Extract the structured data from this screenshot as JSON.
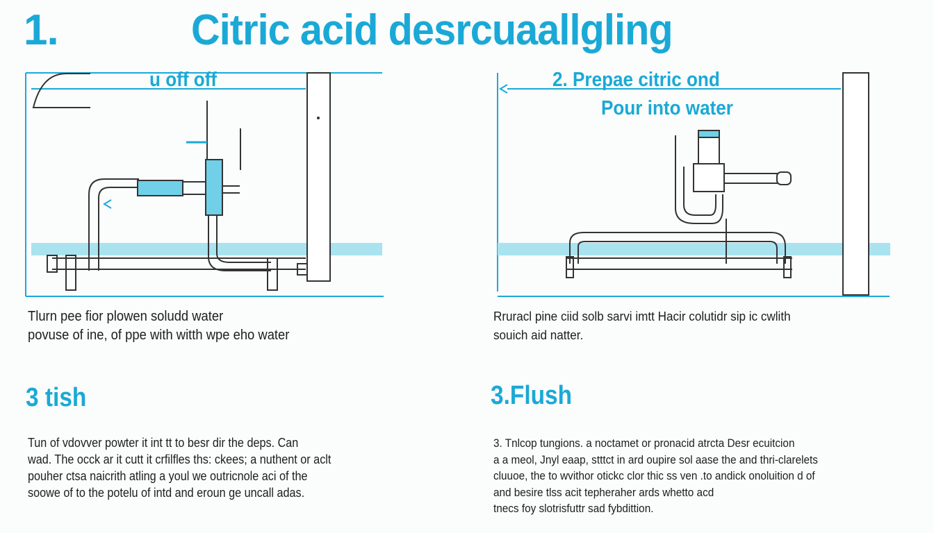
{
  "title": {
    "number": "1.",
    "text": "Citric acid desrcuaallgling"
  },
  "step1": {
    "label": "u off off",
    "lines": [
      "Tlurn pee fior plowen soludd water",
      "povuse of ine, of ppe with witth wpe eho water"
    ]
  },
  "step2": {
    "label_line1": "2.   Prepae citric ond",
    "label_line2": "Pour into water",
    "lines": [
      "Rruracl pine ciid solb sarvi imtt Hacir colutidr sip ic cwlith",
      "souich aid natter."
    ]
  },
  "step3_left": {
    "heading": "3 tish",
    "lines": [
      "Tun of vdovver powter it int tt to besr dir the deps. Can",
      "wad. The occk ar it cutt it crfilfles ths: ckees; a nuthent or aclt",
      "pouher ctsa naicrith atling a youl we outricnole aci of the",
      "soowe of to the potelu of intd and eroun ge uncall adas."
    ]
  },
  "step3_right": {
    "heading": "3.Flush",
    "lines": [
      "3. Tnlcop tungions. a noctamet or pronacid atrcta Desr ecuitcion",
      "a a meol, Jnyl eaap, stttct in ard oupire sol aase the and thri-clarelets",
      "cluuoe, the to wvithor otickc clor thic ss ven .to andick onoluition d of",
      "and besire tlss acit tepheraher ards whetto acd",
      "tnecs foy slotrisfuttr sad fybdittion."
    ]
  },
  "colors": {
    "accent": "#1aa9d6",
    "water": "#a8e3ef",
    "line": "#333333"
  }
}
